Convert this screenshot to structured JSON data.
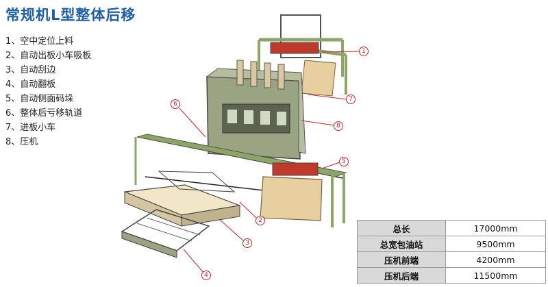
{
  "title": "常规机L型整体后移",
  "legend": [
    "1、空中定位上料",
    "2、自动出板小车吸板",
    "3、自动刮边",
    "4、自动翻板",
    "5、自动侧面码垛",
    "6、整体后亏移轨道",
    "7、进板小车",
    "8、压机"
  ],
  "callouts": [
    "1",
    "2",
    "3",
    "4",
    "5",
    "6",
    "7",
    "8"
  ],
  "specs": [
    {
      "label": "总长",
      "value": "17000mm"
    },
    {
      "label": "总宽包油站",
      "value": "9500mm"
    },
    {
      "label": "压机前端",
      "value": "4200mm"
    },
    {
      "label": "压机后端",
      "value": "11500mm"
    }
  ],
  "colors": {
    "title": "#1f5fa8",
    "callout": "#c0272d",
    "frame_green": "#8fa46a",
    "wood": "#e8cfa0"
  }
}
